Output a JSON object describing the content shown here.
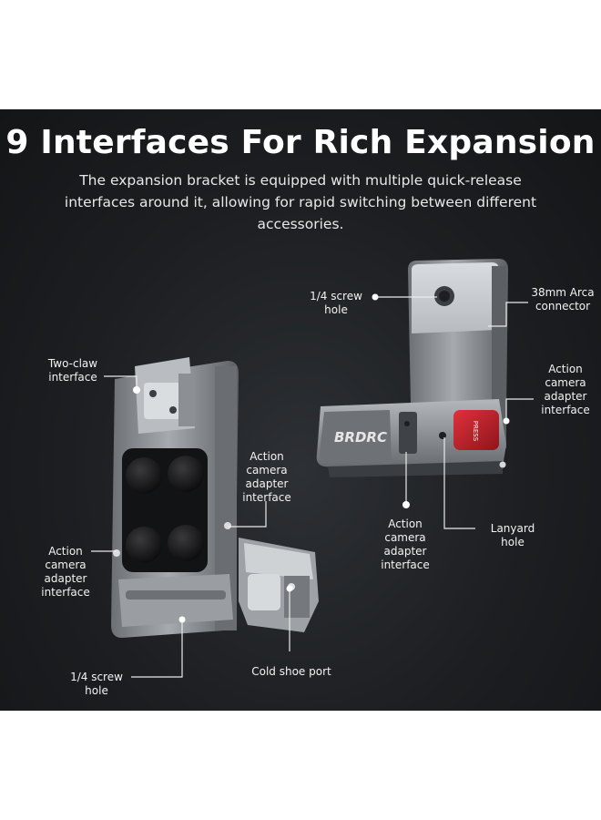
{
  "headline": "9 Interfaces For Rich Expansion",
  "description": "The expansion bracket is equipped with multiple quick-release interfaces around it, allowing for rapid switching between different accessories.",
  "product": {
    "brand": "BRDRC",
    "button_text": "PRESS"
  },
  "callouts": {
    "screw_hole_top": "1/4 screw hole",
    "arca_connector": "38mm Arca connector",
    "action_adapter_right": "Action camera adapter interface",
    "two_claw": "Two-claw interface",
    "action_adapter_middle": "Action camera adapter interface",
    "action_adapter_left": "Action camera adapter interface",
    "action_adapter_bottom_right": "Action camera adapter interface",
    "lanyard_hole": "Lanyard hole",
    "screw_hole_bottom": "1/4 screw hole",
    "cold_shoe": "Cold shoe port"
  },
  "colors": {
    "background": "#1c1e21",
    "metal": "#8e9297",
    "accent_button": "#c0202a"
  }
}
